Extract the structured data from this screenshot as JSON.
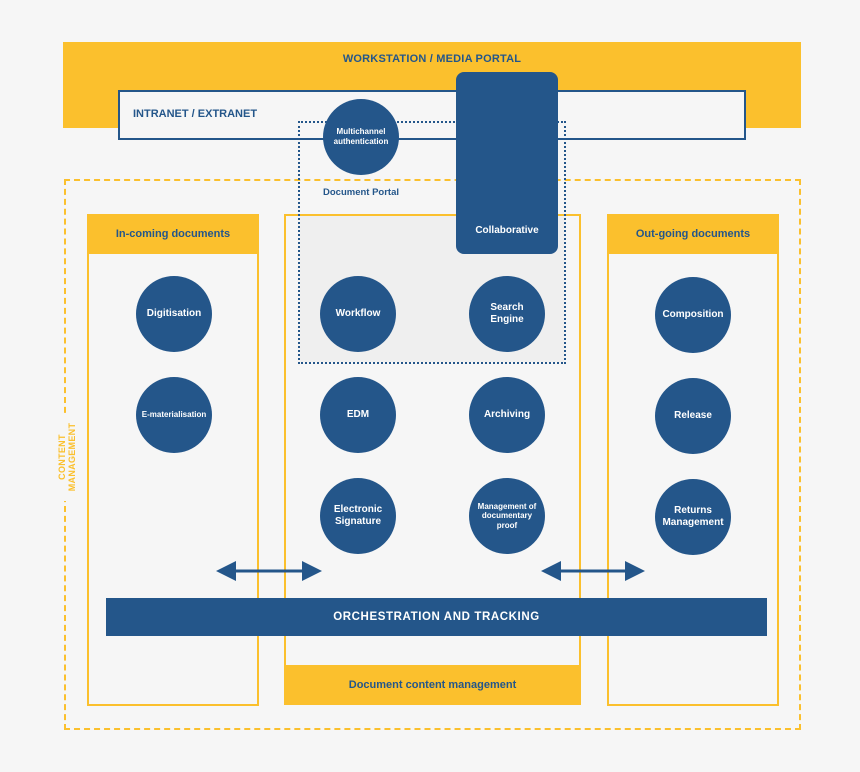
{
  "workstation": {
    "label": "WORKSTATION / MEDIA PORTAL"
  },
  "intranet": {
    "label": "INTRANET / EXTRANET"
  },
  "content_management": {
    "label": "CONTENT MANAGEMENT"
  },
  "document_portal": {
    "label": "Document Portal",
    "authentication": "Multichannel authentication",
    "collaborative": "Collaborative"
  },
  "incoming": {
    "header": "In-coming documents",
    "items": [
      "Digitisation",
      "E-materialisation"
    ]
  },
  "outgoing": {
    "header": "Out-going documents",
    "items": [
      "Composition",
      "Release",
      "Returns Management"
    ]
  },
  "center": {
    "items": [
      "Workflow",
      "Search Engine",
      "EDM",
      "Archiving",
      "Electronic Signature",
      "Management of documentary proof"
    ],
    "footer": "Document content management"
  },
  "orchestration": {
    "label": "ORCHESTRATION AND TRACKING"
  },
  "colors": {
    "blue": "#24568a",
    "yellow": "#fbc02d",
    "background": "#f6f6f6"
  }
}
